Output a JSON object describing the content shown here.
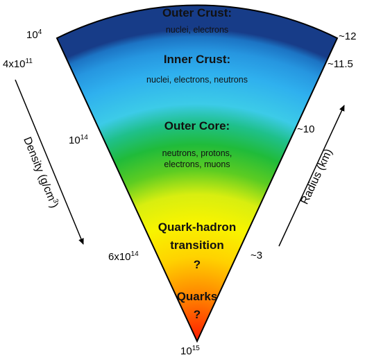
{
  "layers": [
    {
      "title": "Outer Crust:",
      "desc": [
        "nuclei, electrons"
      ]
    },
    {
      "title": "Inner Crust:",
      "desc": [
        "nuclei, electrons, neutrons"
      ]
    },
    {
      "title": "Outer Core:",
      "desc": [
        "neutrons, protons,",
        "electrons, muons"
      ]
    },
    {
      "title_lines": [
        "Quark-hadron",
        "transition",
        "?"
      ],
      "desc": []
    },
    {
      "title_lines": [
        "Quarks",
        "?"
      ],
      "desc": []
    }
  ],
  "density": {
    "axis_label": "Density (g/cm",
    "axis_label_sup": "3",
    "axis_label_end": ")",
    "values": [
      {
        "base": "10",
        "exp": "4"
      },
      {
        "base": "4x10",
        "exp": "11"
      },
      {
        "base": "10",
        "exp": "14"
      },
      {
        "base": "6x10",
        "exp": "14"
      },
      {
        "base": "10",
        "exp": "15"
      }
    ]
  },
  "radius": {
    "axis_label": "Radius (km)",
    "values": [
      "~12",
      "~11.5",
      "~10",
      "~3"
    ]
  },
  "colors": {
    "crust_top": "#1b3f8c",
    "crust": "#2aa0e8",
    "inner_crust": "#3ec6f2",
    "outer_core": "#22b83c",
    "transition": "#f4f000",
    "quarks": "#ff2a00"
  }
}
